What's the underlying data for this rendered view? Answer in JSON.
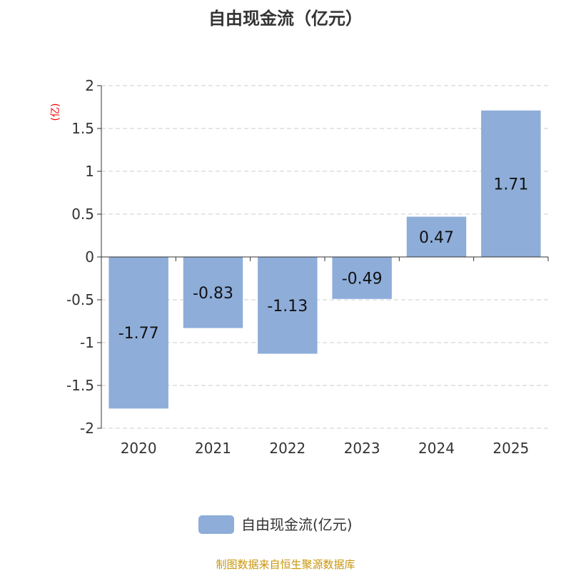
{
  "chart_data": {
    "type": "bar",
    "title": "自由现金流（亿元）",
    "ylabel": "(亿)",
    "xlabel": "",
    "categories": [
      "2020",
      "2021",
      "2022",
      "2023",
      "2024",
      "2025"
    ],
    "series": [
      {
        "name": "自由现金流(亿元)",
        "values": [
          -1.77,
          -0.83,
          -1.13,
          -0.49,
          0.47,
          1.71
        ]
      }
    ],
    "data_labels": [
      "-1.77",
      "-0.83",
      "-1.13",
      "-0.49",
      "0.47",
      "1.71"
    ],
    "ylim": [
      -2,
      2
    ],
    "yticks": [
      2,
      1.5,
      1,
      0.5,
      0,
      -0.5,
      -1,
      -1.5,
      -2
    ],
    "ytick_labels": [
      "2",
      "1.5",
      "1",
      "0.5",
      "0",
      "-0.5",
      "-1",
      "-1.5",
      "-2"
    ],
    "grid": true,
    "legend": "bottom-center",
    "colors": {
      "bar": "#8eadd9",
      "ylabel": "#ff0000",
      "footer": "#c8960c"
    }
  },
  "footer": "制图数据来自恒生聚源数据库"
}
